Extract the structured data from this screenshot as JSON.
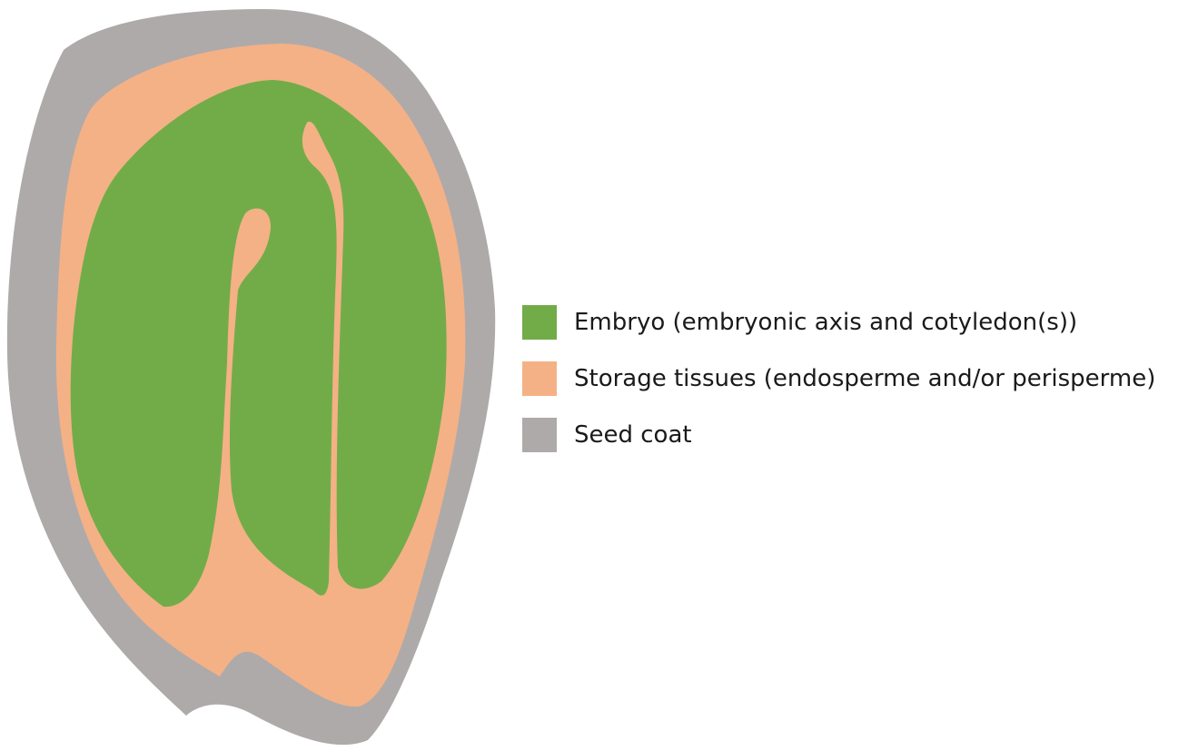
{
  "colors": {
    "embryo": "#72ac48",
    "storage_tissues": "#f4b186",
    "seed_coat": "#aeaaaa"
  },
  "legend": [
    {
      "key": "embryo",
      "label": "Embryo (embryonic axis and cotyledon(s))"
    },
    {
      "key": "storage_tissues",
      "label": "Storage tissues (endosperme and/or perisperme)"
    },
    {
      "key": "seed_coat",
      "label": "Seed coat"
    }
  ]
}
